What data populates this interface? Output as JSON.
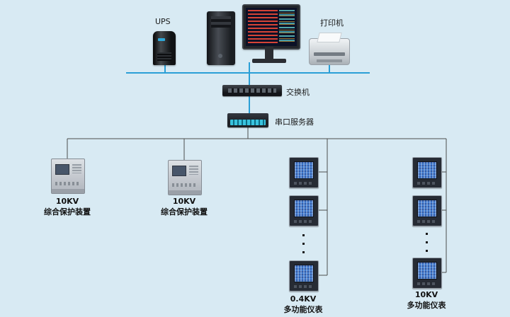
{
  "canvas": {
    "bg": "#d8eaf3"
  },
  "colors": {
    "bus_line": "#2b9fd6",
    "branch_line": "#4d4d4d"
  },
  "nodes": {
    "ups": {
      "label": "UPS"
    },
    "printer": {
      "label": "打印机"
    },
    "switch": {
      "label": "交换机"
    },
    "serial_server": {
      "label": "串口服务器"
    },
    "protection1": {
      "kv": "10KV",
      "name": "综合保护装置"
    },
    "protection2": {
      "kv": "10KV",
      "name": "综合保护装置"
    },
    "meter_col1": {
      "kv": "0.4KV",
      "name": "多功能仪表"
    },
    "meter_col2": {
      "kv": "10KV",
      "name": "多功能仪表"
    }
  }
}
